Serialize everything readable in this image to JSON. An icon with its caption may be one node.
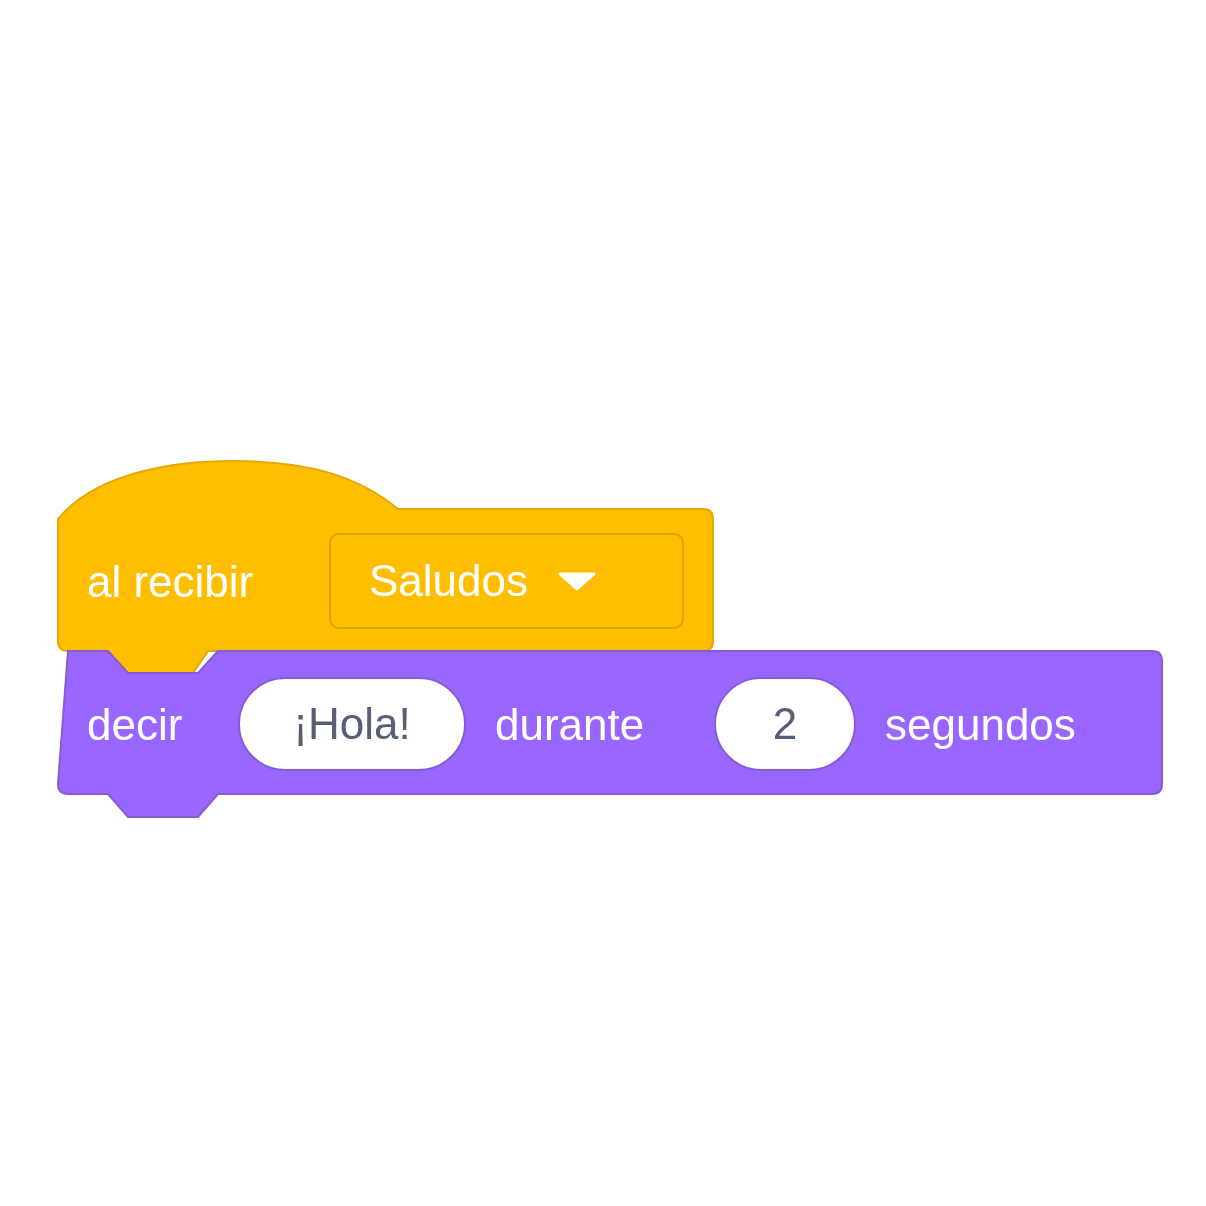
{
  "diagram": {
    "nodes": [
      {
        "text": [
          "al recibir"
        ]
      },
      {
        "text": [
          "Saludos"
        ],
        "in": 0
      },
      {
        "text": [
          "decir",
          "durante",
          "segundos"
        ]
      },
      {
        "text": [
          "¡Hola!"
        ],
        "in": 2
      },
      {
        "text": [
          "2"
        ],
        "in": 2
      }
    ]
  }
}
